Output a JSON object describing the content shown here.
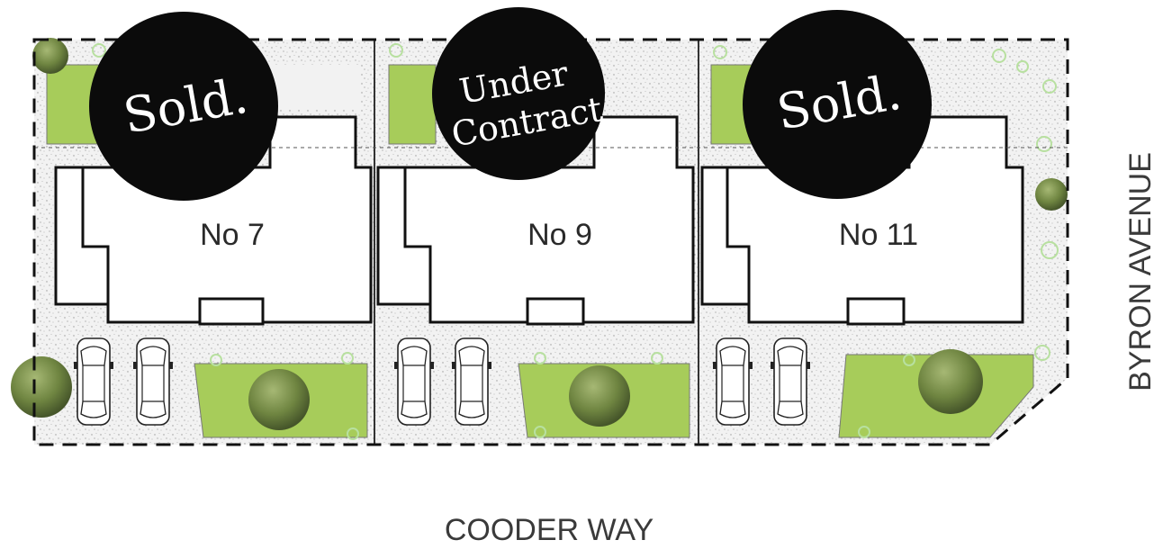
{
  "plan": {
    "lots": [
      {
        "label": "No 7",
        "status": [
          "Sold."
        ]
      },
      {
        "label": "No 9",
        "status": [
          "Under",
          "Contract"
        ]
      },
      {
        "label": "No 11",
        "status": [
          "Sold."
        ]
      }
    ],
    "streets": {
      "south": "COODER WAY",
      "east": "BYRON AVENUE"
    }
  },
  "colors": {
    "lawn": "#a7cc5a",
    "tree_dark": "#6a7d3a",
    "tree_light": "#9bb36a",
    "shrub": "#b8e0a0",
    "badge": "#0b0b0b",
    "wall": "#111111",
    "gravel": "#f1f1f1"
  },
  "icons": [
    "car-icon",
    "tree-icon",
    "shrub-icon"
  ]
}
